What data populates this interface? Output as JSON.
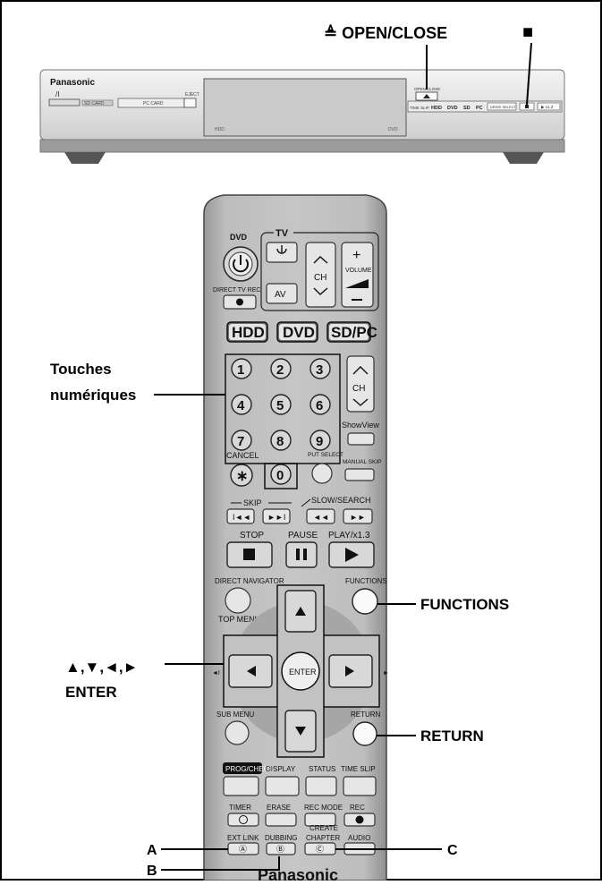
{
  "top_callouts": {
    "open_close": "≜ OPEN/CLOSE",
    "stop_symbol": "■"
  },
  "recorder": {
    "brand": "Panasonic",
    "power_symbol": "/I",
    "sd_label": "SD CARD",
    "pc_label": "PC CARD",
    "eject_label": "EJECT",
    "hdd_small": "HDD",
    "dvd_small": "DVD",
    "open_close_small": "OPEN/CLOSE",
    "timeslip": "TIME SLIP",
    "drive_hdd": "HDD",
    "drive_dvd": "DVD",
    "drive_sd": "SD",
    "drive_pc": "PC",
    "drive_select": "DRIVE SELECT",
    "playx13": "▶ x1.3"
  },
  "remote": {
    "dvd": "DVD",
    "tv": "TV",
    "direct_tv_rec": "DIRECT TV REC",
    "av": "AV",
    "ch": "CH",
    "volume": "VOLUME",
    "hdd": "HDD",
    "dvd_big": "DVD",
    "sdpc": "SD/PC",
    "digits": [
      "1",
      "2",
      "3",
      "4",
      "5",
      "6",
      "7",
      "8",
      "9",
      "0"
    ],
    "cancel": "CANCEL",
    "star": "∗",
    "ch2": "CH",
    "showview": "ShowView",
    "put_select": "PUT SELECT",
    "manual_skip": "MANUAL SKIP",
    "skip": "SKIP",
    "slow_search": "SLOW/SEARCH",
    "stop": "STOP",
    "pause": "PAUSE",
    "play": "PLAY/x1.3",
    "direct_navigator": "DIRECT NAVIGATOR",
    "top_menu": "TOP MENU",
    "functions_small": "FUNCTIONS",
    "enter": "ENTER",
    "sub_menu": "SUB MENU",
    "return_small": "RETURN",
    "prog_check": "PROG/CHECK",
    "display": "DISPLAY",
    "status": "STATUS",
    "time_slip": "TIME SLIP",
    "timer": "TIMER",
    "erase": "ERASE",
    "rec_mode": "REC MODE",
    "rec": "REC",
    "ext_link": "EXT LINK",
    "dubbing": "DUBBING",
    "create": "CREATE",
    "chapter": "CHAPTER",
    "audio": "AUDIO",
    "badge_a": "Ⓐ",
    "badge_b": "Ⓑ",
    "badge_c": "Ⓒ",
    "brand_partial": "Panasonic"
  },
  "callouts": {
    "touches_line1": "Touches",
    "touches_line2": "numériques",
    "functions": "FUNCTIONS",
    "arrows": "▲,▼,◄,►",
    "enter": "ENTER",
    "return": "RETURN",
    "a": "A",
    "b": "B",
    "c": "C"
  }
}
